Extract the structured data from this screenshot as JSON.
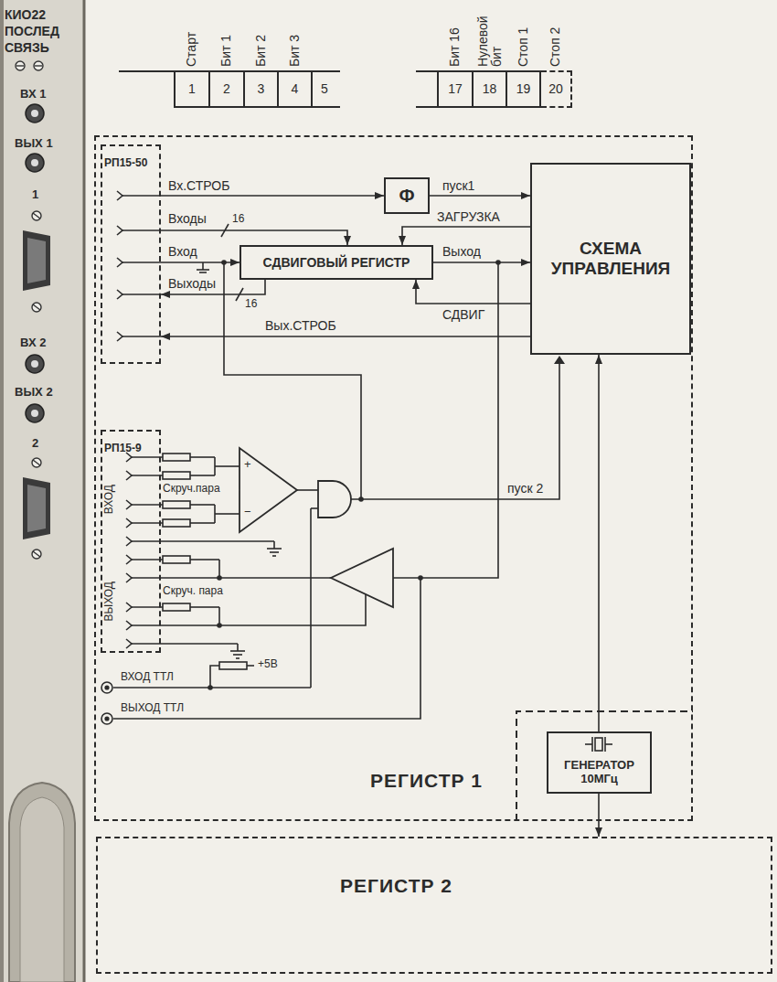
{
  "diagram": {
    "nodes": [
      {
        "text": [
          "Старт",
          "1"
        ]
      },
      {
        "text": [
          "Бит 1",
          "2"
        ]
      },
      {
        "text": [
          "Бит 2",
          "3"
        ]
      },
      {
        "text": [
          "Бит 3",
          "4"
        ]
      },
      {
        "text": [
          "5"
        ]
      },
      {
        "text": [
          "Бит 16",
          "17"
        ]
      },
      {
        "text": [
          "Нулевой бит",
          "18"
        ]
      },
      {
        "text": [
          "Стоп 1",
          "19"
        ]
      },
      {
        "text": [
          "Стоп 2",
          "20"
        ]
      },
      {
        "text": [
          "РЕГИСТР 1"
        ]
      },
      {
        "text": [
          "РП15-50"
        ],
        "in": 9
      },
      {
        "text": [
          "Ф"
        ],
        "in": 9
      },
      {
        "text": [
          "СДВИГОВЫЙ РЕГИСТР"
        ],
        "in": 9
      },
      {
        "text": [
          "СХЕМА УПРАВЛЕНИЯ"
        ],
        "in": 9
      },
      {
        "text": [
          "РП15-9"
        ],
        "in": 9
      },
      {
        "text": [
          "ГЕНЕРАТОР 10МГц"
        ]
      },
      {
        "text": [
          "РЕГИСТР 2"
        ]
      }
    ],
    "edges": [
      {
        "from": 10,
        "to": 11,
        "label": "Вх.СТРОБ",
        "arrow": "to"
      },
      {
        "from": 10,
        "to": 12,
        "label": "Входы",
        "arrow": "to"
      },
      {
        "from": 10,
        "to": 12,
        "label": "Вход",
        "arrow": "to"
      },
      {
        "from": 12,
        "to": 10,
        "label": "Выходы",
        "arrow": "to"
      },
      {
        "from": 13,
        "to": 10,
        "label": "Вых.СТРОБ",
        "arrow": "to"
      },
      {
        "from": 11,
        "to": 13,
        "label": "пуск1",
        "arrow": "to"
      },
      {
        "from": 13,
        "to": 12,
        "label": "ЗАГРУЗКА",
        "arrow": "to"
      },
      {
        "from": 12,
        "to": 13,
        "label": "Выход",
        "arrow": "to"
      },
      {
        "from": 13,
        "to": 12,
        "label": "СДВИГ",
        "arrow": "to"
      },
      {
        "from": 15,
        "to": 13,
        "arrow": "to"
      },
      {
        "from": 15,
        "to": 16,
        "arrow": "to"
      }
    ],
    "labels": [
      "КИО22",
      "ПОСЛЕД",
      "СВЯЗЬ",
      "ВХ 1",
      "ВЫХ 1",
      "1",
      "ВХ 2",
      "ВЫХ 2",
      "2",
      "16",
      "16",
      "ВХОД",
      "Скруч.пара",
      "+",
      "−",
      "ВЫХОД",
      "Скруч. пара",
      "пуск 2",
      "+5В",
      "ВХОД ТТЛ",
      "ВЫХОД ТТЛ"
    ]
  }
}
